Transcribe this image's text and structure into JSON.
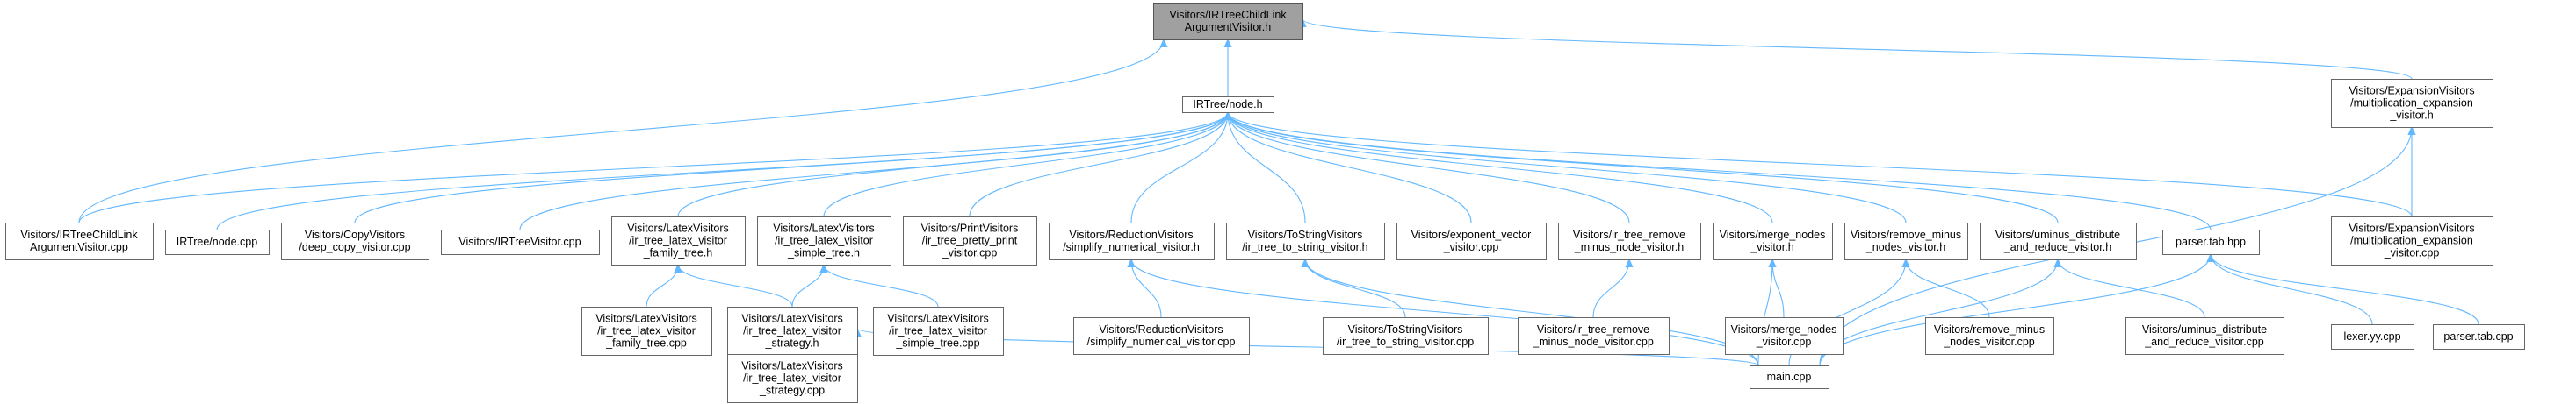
{
  "diagram": {
    "nodes": [
      {
        "id": "root",
        "lines": [
          "Visitors/IRTreeChildLink",
          "ArgumentVisitor.h"
        ],
        "root": true
      },
      {
        "id": "node_h",
        "lines": [
          "IRTree/node.h"
        ]
      },
      {
        "id": "exp_mult_h",
        "lines": [
          "Visitors/ExpansionVisitors",
          "/multiplication_expansion",
          "_visitor.h"
        ]
      },
      {
        "id": "irtcl_cpp",
        "lines": [
          "Visitors/IRTreeChildLink",
          "ArgumentVisitor.cpp"
        ]
      },
      {
        "id": "node_cpp",
        "lines": [
          "IRTree/node.cpp"
        ]
      },
      {
        "id": "deep_copy",
        "lines": [
          "Visitors/CopyVisitors",
          "/deep_copy_visitor.cpp"
        ]
      },
      {
        "id": "irtree_visitor",
        "lines": [
          "Visitors/IRTreeVisitor.cpp"
        ]
      },
      {
        "id": "latex_family_h",
        "lines": [
          "Visitors/LatexVisitors",
          "/ir_tree_latex_visitor",
          "_family_tree.h"
        ]
      },
      {
        "id": "latex_simple_h",
        "lines": [
          "Visitors/LatexVisitors",
          "/ir_tree_latex_visitor",
          "_simple_tree.h"
        ]
      },
      {
        "id": "pretty_print",
        "lines": [
          "Visitors/PrintVisitors",
          "/ir_tree_pretty_print",
          "_visitor.cpp"
        ]
      },
      {
        "id": "simplify_h",
        "lines": [
          "Visitors/ReductionVisitors",
          "/simplify_numerical_visitor.h"
        ]
      },
      {
        "id": "tostring_h",
        "lines": [
          "Visitors/ToStringVisitors",
          "/ir_tree_to_string_visitor.h"
        ]
      },
      {
        "id": "exponent_vec",
        "lines": [
          "Visitors/exponent_vector",
          "_visitor.cpp"
        ]
      },
      {
        "id": "remove_minus_node_h",
        "lines": [
          "Visitors/ir_tree_remove",
          "_minus_node_visitor.h"
        ]
      },
      {
        "id": "merge_h",
        "lines": [
          "Visitors/merge_nodes",
          "_visitor.h"
        ]
      },
      {
        "id": "remove_minus_h",
        "lines": [
          "Visitors/remove_minus",
          "_nodes_visitor.h"
        ]
      },
      {
        "id": "uminus_h",
        "lines": [
          "Visitors/uminus_distribute",
          "_and_reduce_visitor.h"
        ]
      },
      {
        "id": "parser_hpp",
        "lines": [
          "parser.tab.hpp"
        ]
      },
      {
        "id": "exp_mult_cpp",
        "lines": [
          "Visitors/ExpansionVisitors",
          "/multiplication_expansion",
          "_visitor.cpp"
        ]
      },
      {
        "id": "latex_family_cpp",
        "lines": [
          "Visitors/LatexVisitors",
          "/ir_tree_latex_visitor",
          "_family_tree.cpp"
        ]
      },
      {
        "id": "latex_strategy_h",
        "lines": [
          "Visitors/LatexVisitors",
          "/ir_tree_latex_visitor",
          "_strategy.h"
        ]
      },
      {
        "id": "latex_simple_cpp",
        "lines": [
          "Visitors/LatexVisitors",
          "/ir_tree_latex_visitor",
          "_simple_tree.cpp"
        ]
      },
      {
        "id": "simplify_cpp",
        "lines": [
          "Visitors/ReductionVisitors",
          "/simplify_numerical_visitor.cpp"
        ]
      },
      {
        "id": "tostring_cpp",
        "lines": [
          "Visitors/ToStringVisitors",
          "/ir_tree_to_string_visitor.cpp"
        ]
      },
      {
        "id": "remove_minus_node_cpp",
        "lines": [
          "Visitors/ir_tree_remove",
          "_minus_node_visitor.cpp"
        ]
      },
      {
        "id": "merge_cpp",
        "lines": [
          "Visitors/merge_nodes",
          "_visitor.cpp"
        ]
      },
      {
        "id": "remove_minus_cpp",
        "lines": [
          "Visitors/remove_minus",
          "_nodes_visitor.cpp"
        ]
      },
      {
        "id": "uminus_cpp",
        "lines": [
          "Visitors/uminus_distribute",
          "_and_reduce_visitor.cpp"
        ]
      },
      {
        "id": "lexer",
        "lines": [
          "lexer.yy.cpp"
        ]
      },
      {
        "id": "parser_cpp",
        "lines": [
          "parser.tab.cpp"
        ]
      },
      {
        "id": "latex_strategy_cpp",
        "lines": [
          "Visitors/LatexVisitors",
          "/ir_tree_latex_visitor",
          "_strategy.cpp"
        ]
      },
      {
        "id": "main",
        "lines": [
          "main.cpp"
        ]
      }
    ],
    "edges": [
      [
        "node_h",
        "root"
      ],
      [
        "exp_mult_h",
        "root"
      ],
      [
        "irtcl_cpp",
        "root"
      ],
      [
        "irtcl_cpp",
        "node_h"
      ],
      [
        "node_cpp",
        "node_h"
      ],
      [
        "deep_copy",
        "node_h"
      ],
      [
        "irtree_visitor",
        "node_h"
      ],
      [
        "latex_family_h",
        "node_h"
      ],
      [
        "latex_simple_h",
        "node_h"
      ],
      [
        "pretty_print",
        "node_h"
      ],
      [
        "simplify_h",
        "node_h"
      ],
      [
        "tostring_h",
        "node_h"
      ],
      [
        "exponent_vec",
        "node_h"
      ],
      [
        "remove_minus_node_h",
        "node_h"
      ],
      [
        "merge_h",
        "node_h"
      ],
      [
        "remove_minus_h",
        "node_h"
      ],
      [
        "uminus_h",
        "node_h"
      ],
      [
        "parser_hpp",
        "node_h"
      ],
      [
        "exp_mult_cpp",
        "node_h"
      ],
      [
        "exp_mult_cpp",
        "exp_mult_h"
      ],
      [
        "main",
        "exp_mult_h"
      ],
      [
        "latex_family_cpp",
        "latex_family_h"
      ],
      [
        "latex_strategy_h",
        "latex_family_h"
      ],
      [
        "latex_strategy_h",
        "latex_simple_h"
      ],
      [
        "latex_simple_cpp",
        "latex_simple_h"
      ],
      [
        "latex_strategy_cpp",
        "latex_strategy_h"
      ],
      [
        "main",
        "latex_strategy_h"
      ],
      [
        "simplify_cpp",
        "simplify_h"
      ],
      [
        "main",
        "simplify_h"
      ],
      [
        "tostring_cpp",
        "tostring_h"
      ],
      [
        "main",
        "tostring_h"
      ],
      [
        "remove_minus_node_cpp",
        "remove_minus_node_h"
      ],
      [
        "merge_cpp",
        "merge_h"
      ],
      [
        "main",
        "merge_h"
      ],
      [
        "remove_minus_cpp",
        "remove_minus_h"
      ],
      [
        "main",
        "remove_minus_h"
      ],
      [
        "uminus_cpp",
        "uminus_h"
      ],
      [
        "main",
        "uminus_h"
      ],
      [
        "lexer",
        "parser_hpp"
      ],
      [
        "parser_cpp",
        "parser_hpp"
      ],
      [
        "main",
        "parser_hpp"
      ]
    ]
  }
}
